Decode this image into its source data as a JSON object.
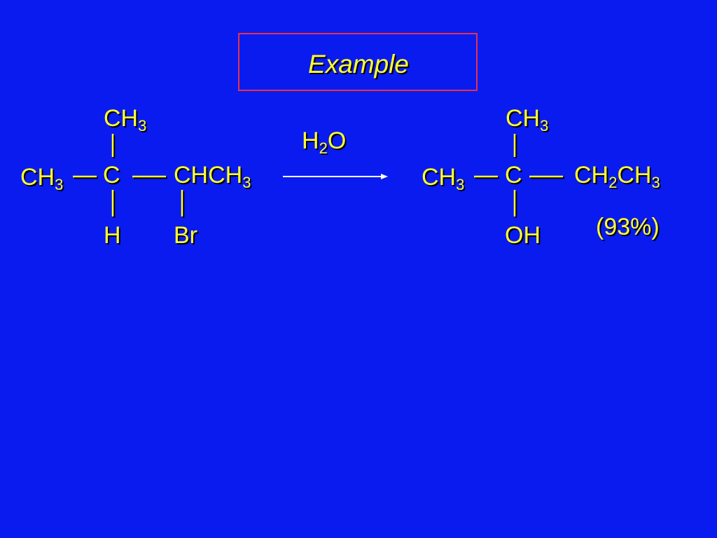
{
  "slide": {
    "title": "Example"
  },
  "reactant": {
    "top_group": "CH",
    "top_sub": "3",
    "left_group": "CH",
    "left_sub": "3",
    "center": "C",
    "right_group": "CHCH",
    "right_sub": "3",
    "bottom_center": "H",
    "bottom_right": "Br"
  },
  "reagent": {
    "prefix": "H",
    "sub": "2",
    "suffix": "O"
  },
  "product": {
    "top_group": "CH",
    "top_sub": "3",
    "left_group": "CH",
    "left_sub": "3",
    "center": "C",
    "right_group_a": "CH",
    "right_sub_a": "2",
    "right_group_b": "CH",
    "right_sub_b": "3",
    "bottom_center": "OH"
  },
  "yield": {
    "text": "(93%)"
  },
  "colors": {
    "background": "#0A1BEF",
    "text": "#FFFF33",
    "title_border": "#E8304A",
    "arrow": "#FFFFFF"
  }
}
